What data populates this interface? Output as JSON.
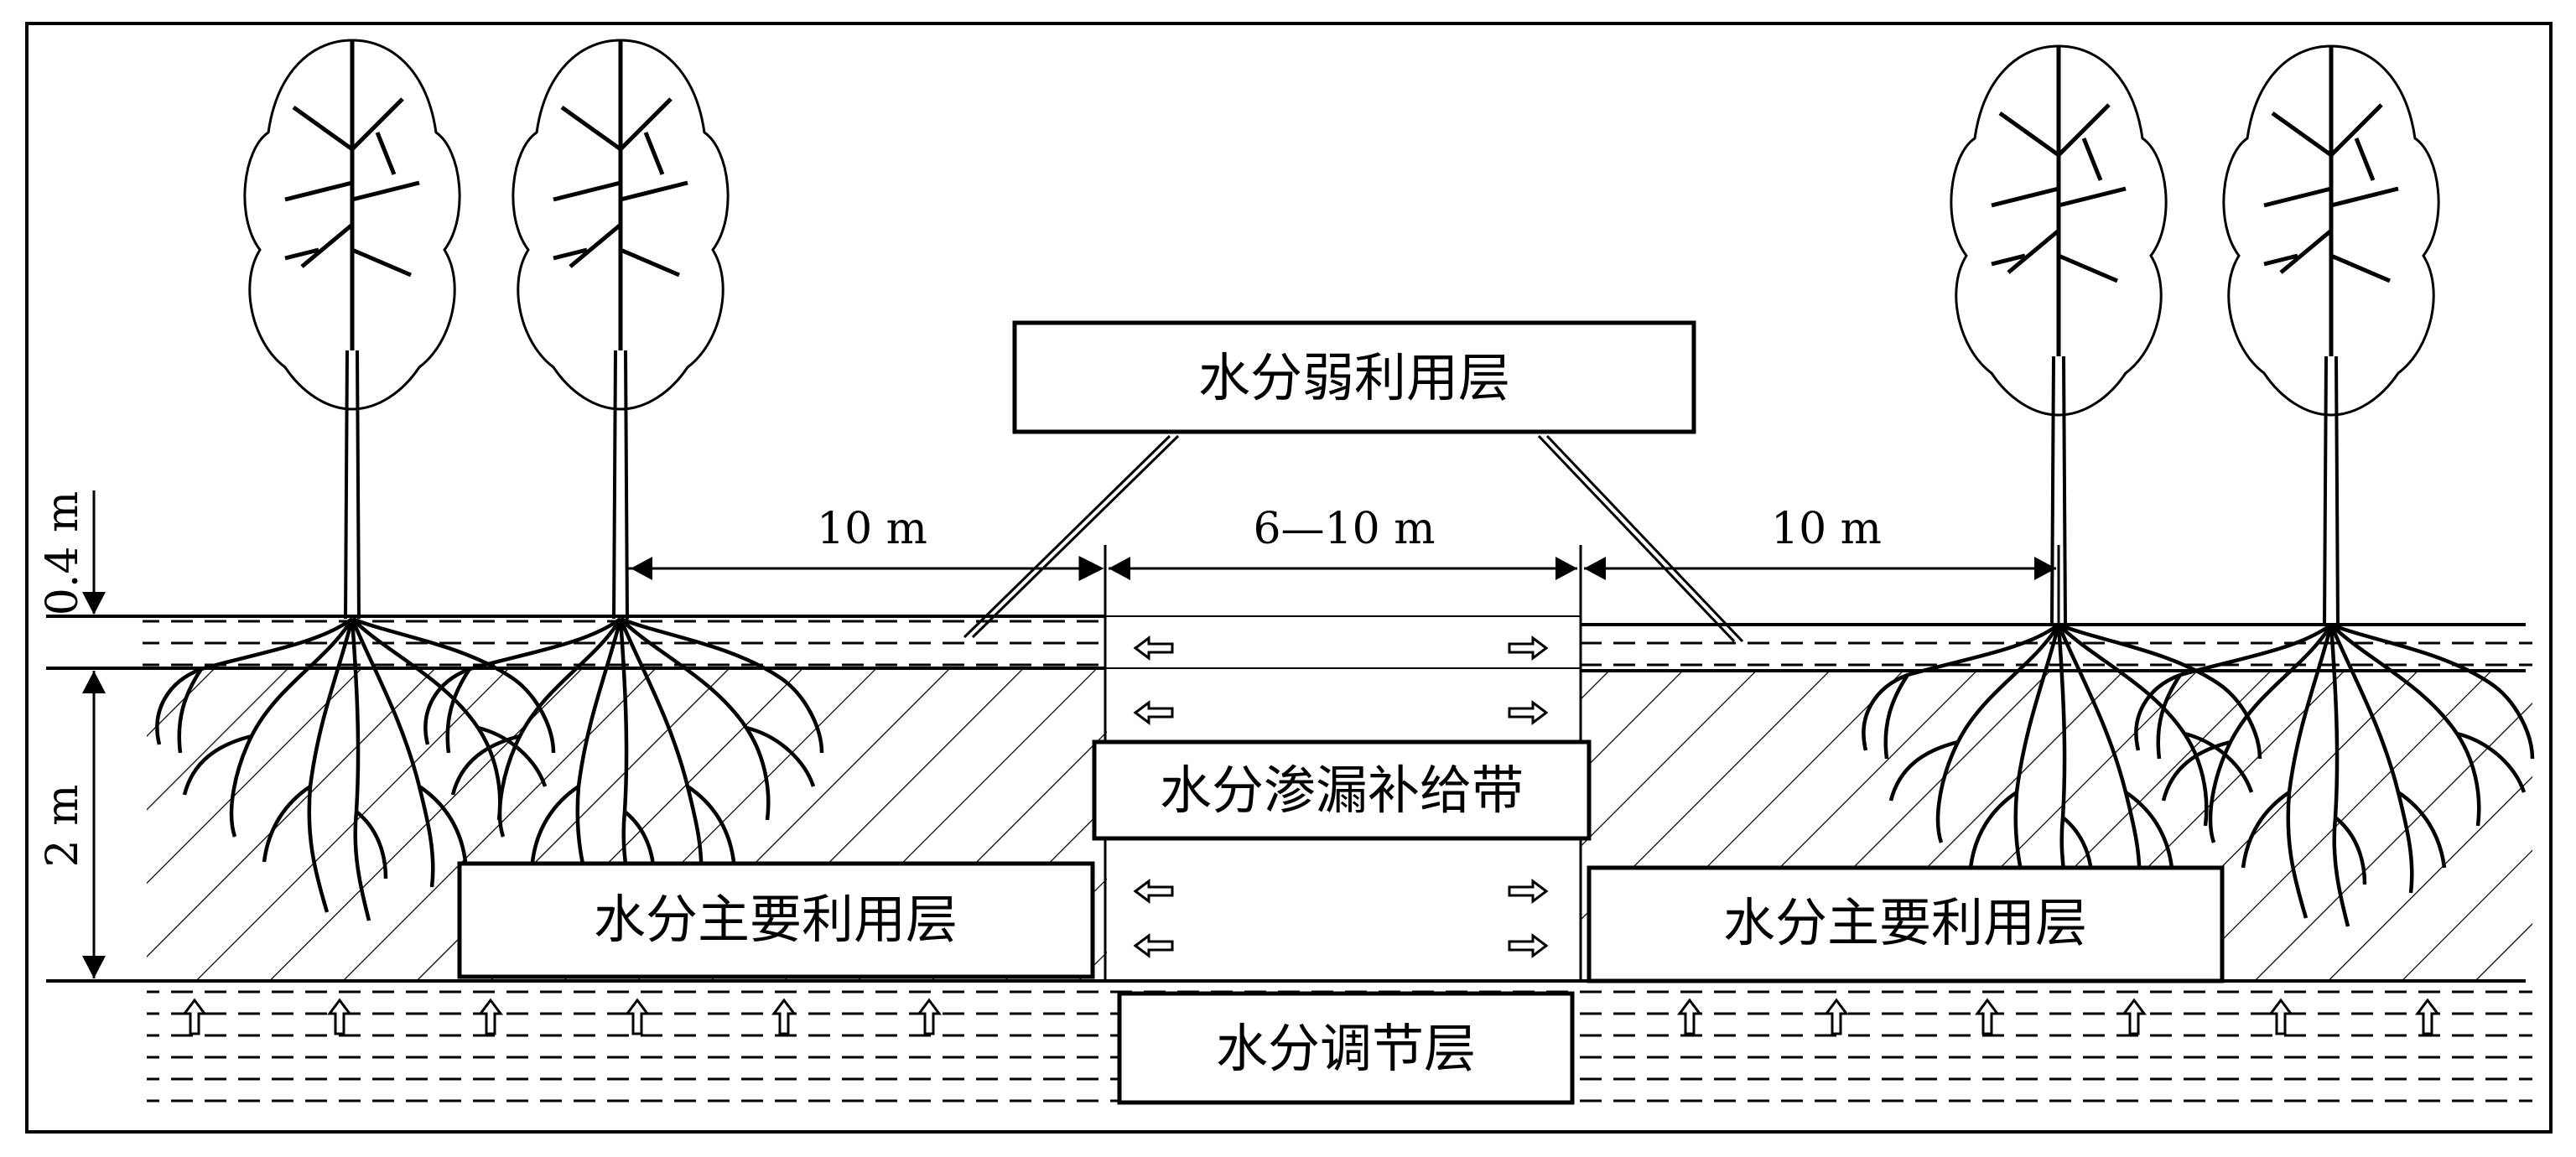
{
  "labels": {
    "weak_layer": "水分弱利用层",
    "seepage_zone": "水分渗漏补给带",
    "main_layer_left": "水分主要利用层",
    "main_layer_right": "水分主要利用层",
    "regulation_layer": "水分调节层"
  },
  "dimensions": {
    "left_spacing": "10 m",
    "middle_spacing": "6—10 m",
    "right_spacing": "10 m",
    "top_depth": "0.4 m",
    "main_depth": "2 m"
  },
  "colors": {
    "ink": "#000000",
    "paper": "#ffffff"
  }
}
